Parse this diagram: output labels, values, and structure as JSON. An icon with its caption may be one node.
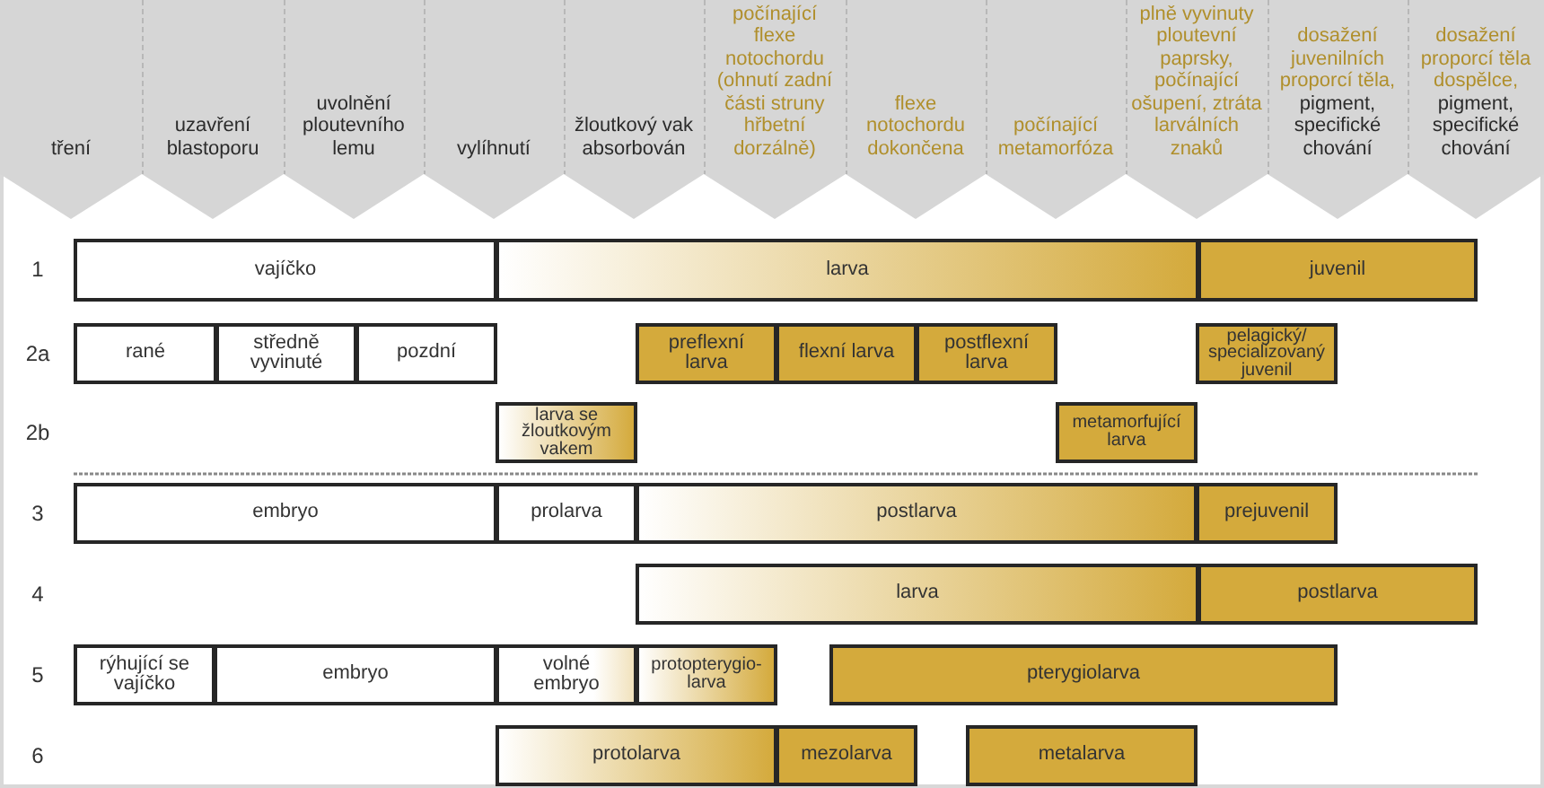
{
  "diagram": {
    "nodes": [
      {
        "text": [
          "tření"
        ]
      },
      {
        "text": [
          "uzavření blastoporu"
        ]
      },
      {
        "text": [
          "uvolnění ploutevního lemu"
        ]
      },
      {
        "text": [
          "vylíhnutí"
        ]
      },
      {
        "text": [
          "žloutkový vak absorbován"
        ]
      },
      {
        "text": [
          "počínající flexe notochordu (ohnutí zadní části struny hřbetní dorzálně)"
        ]
      },
      {
        "text": [
          "flexe notochordu dokončena"
        ]
      },
      {
        "text": [
          "počínající metamorfóza"
        ]
      },
      {
        "text": [
          "plně vyvinuty ploutevní paprsky, počínající ošupení, ztráta larválních znaků"
        ]
      },
      {
        "text": [
          "dosažení juvenilních proporcí těla,",
          "pigment, specifické chování"
        ]
      },
      {
        "text": [
          "dosažení proporcí těla dospělce,",
          "pigment, specifické chování"
        ]
      },
      {
        "text": [
          "vajíčko"
        ]
      },
      {
        "text": [
          "larva"
        ]
      },
      {
        "text": [
          "juvenil"
        ]
      },
      {
        "text": [
          "rané"
        ]
      },
      {
        "text": [
          "středně vyvinuté"
        ]
      },
      {
        "text": [
          "pozdní"
        ]
      },
      {
        "text": [
          "preflexní larva"
        ]
      },
      {
        "text": [
          "flexní larva"
        ]
      },
      {
        "text": [
          "postflexní larva"
        ]
      },
      {
        "text": [
          "pelagický/ specializovaný juvenil"
        ]
      },
      {
        "text": [
          "larva se žloutkovým vakem"
        ]
      },
      {
        "text": [
          "metamorfující larva"
        ]
      },
      {
        "text": [
          "embryo"
        ]
      },
      {
        "text": [
          "prolarva"
        ]
      },
      {
        "text": [
          "postlarva"
        ]
      },
      {
        "text": [
          "prejuvenil"
        ]
      },
      {
        "text": [
          "larva"
        ]
      },
      {
        "text": [
          "postlarva"
        ]
      },
      {
        "text": [
          "rýhující se vajíčko"
        ]
      },
      {
        "text": [
          "embryo"
        ]
      },
      {
        "text": [
          "volné embryo"
        ]
      },
      {
        "text": [
          "protopterygio-larva"
        ]
      },
      {
        "text": [
          "pterygiolarva"
        ]
      },
      {
        "text": [
          "protolarva"
        ]
      },
      {
        "text": [
          "mezolarva"
        ]
      },
      {
        "text": [
          "metalarva"
        ]
      }
    ],
    "labels": [
      "1",
      "2a",
      "2b",
      "3",
      "4",
      "5",
      "6"
    ]
  }
}
